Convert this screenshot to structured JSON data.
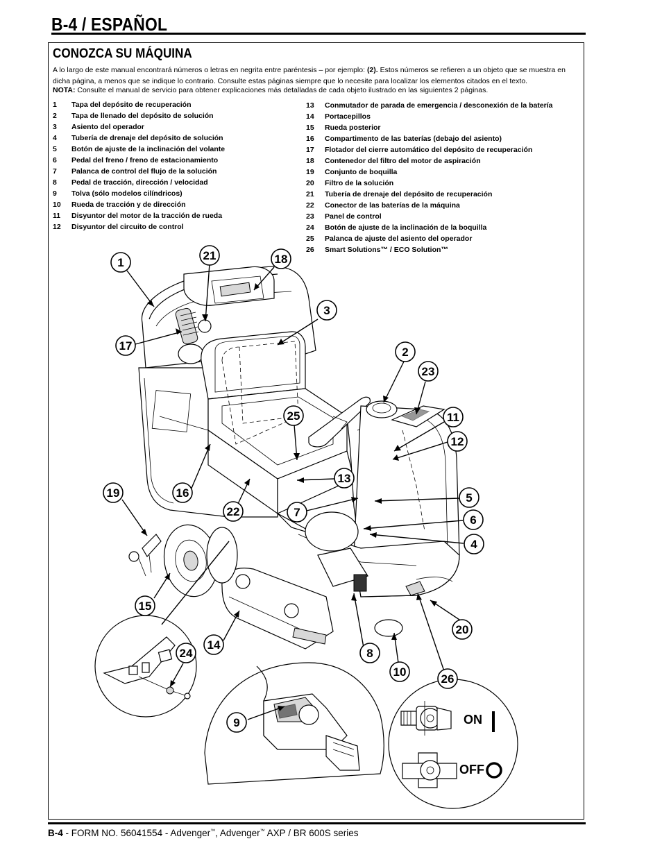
{
  "header": {
    "title": "B-4 / ESPAÑOL"
  },
  "section": {
    "title": "CONOZCA SU MÁQUINA",
    "intro_part1": "A lo largo de este manual encontrará números o letras en negrita entre paréntesis – por ejemplo: ",
    "intro_bold": "(2).",
    "intro_part2": "  Estos números se refieren a un objeto que se muestra en dicha página, a menos que se indique lo contrario.  Consulte estas páginas siempre que lo necesite para localizar los elementos citados en el texto.",
    "note_label": "NOTA:",
    "note_text": "  Consulte el manual de servicio para obtener explicaciones más detalladas de cada objeto ilustrado en las siguientes 2 páginas."
  },
  "legend_left": [
    {
      "num": "1",
      "text": "Tapa del depósito de recuperación"
    },
    {
      "num": "2",
      "text": "Tapa de llenado del depósito de solución"
    },
    {
      "num": "3",
      "text": "Asiento del operador"
    },
    {
      "num": "4",
      "text": "Tubería de drenaje del depósito de solución"
    },
    {
      "num": "5",
      "text": "Botón de ajuste de la inclinación del volante"
    },
    {
      "num": "6",
      "text": "Pedal del freno / freno de estacionamiento"
    },
    {
      "num": "7",
      "text": "Palanca de control del flujo de la solución"
    },
    {
      "num": "8",
      "text": "Pedal de tracción, dirección / velocidad"
    },
    {
      "num": "9",
      "text": "Tolva (sólo modelos cilíndricos)"
    },
    {
      "num": "10",
      "text": "Rueda de tracción y de dirección"
    },
    {
      "num": "11",
      "text": "Disyuntor del motor de la tracción de rueda"
    },
    {
      "num": "12",
      "text": "Disyuntor del circuito de control"
    }
  ],
  "legend_right": [
    {
      "num": "13",
      "text": "Conmutador de parada de emergencia / desconexión de la batería"
    },
    {
      "num": "14",
      "text": "Portacepillos"
    },
    {
      "num": "15",
      "text": "Rueda posterior"
    },
    {
      "num": "16",
      "text": "Compartimento de las baterías (debajo del asiento)"
    },
    {
      "num": "17",
      "text": "Flotador del cierre automático del depósito de recuperación"
    },
    {
      "num": "18",
      "text": "Contenedor del filtro del motor de aspiración"
    },
    {
      "num": "19",
      "text": "Conjunto de boquilla"
    },
    {
      "num": "20",
      "text": "Filtro de la solución"
    },
    {
      "num": "21",
      "text": "Tubería de drenaje del depósito de recuperación"
    },
    {
      "num": "22",
      "text": "Conector de las baterías de la máquina"
    },
    {
      "num": "23",
      "text": "Panel de control"
    },
    {
      "num": "24",
      "text": "Botón de ajuste de la inclinación de la boquilla"
    },
    {
      "num": "25",
      "text": "Palanca de ajuste del asiento del operador"
    },
    {
      "num": "26",
      "text": "Smart Solutions™ / ECO Solution™"
    }
  ],
  "callouts": {
    "c1": "1",
    "c2": "2",
    "c3": "3",
    "c4": "4",
    "c5": "5",
    "c6": "6",
    "c7": "7",
    "c8": "8",
    "c9": "9",
    "c10": "10",
    "c11": "11",
    "c12": "12",
    "c13": "13",
    "c14": "14",
    "c15": "15",
    "c16": "16",
    "c17": "17",
    "c18": "18",
    "c19": "19",
    "c20": "20",
    "c21": "21",
    "c22": "22",
    "c23": "23",
    "c24": "24",
    "c25": "25",
    "c26": "26"
  },
  "switch": {
    "on_label": "ON",
    "off_label": "OFF"
  },
  "footer": {
    "page": "B-4",
    "form": " - FORM NO. 56041554 - Advenger",
    "tm": "™",
    "sep": ", Advenger",
    "tm2": "™",
    "rest": " AXP / BR 600S series"
  }
}
